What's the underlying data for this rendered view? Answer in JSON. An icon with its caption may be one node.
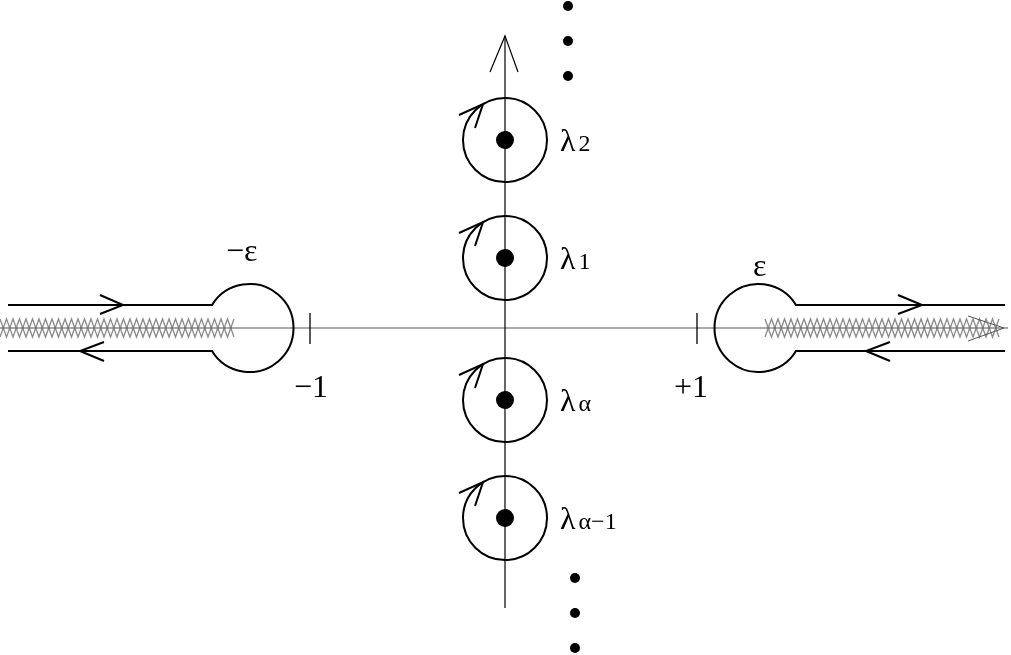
{
  "diagram": {
    "labels": [
      "λ$_{2}$",
      "−ε",
      "λ$_{1}$",
      "ε",
      "−1",
      "+1",
      "λ$_{α}$",
      "λ$_{α−1}$"
    ]
  }
}
